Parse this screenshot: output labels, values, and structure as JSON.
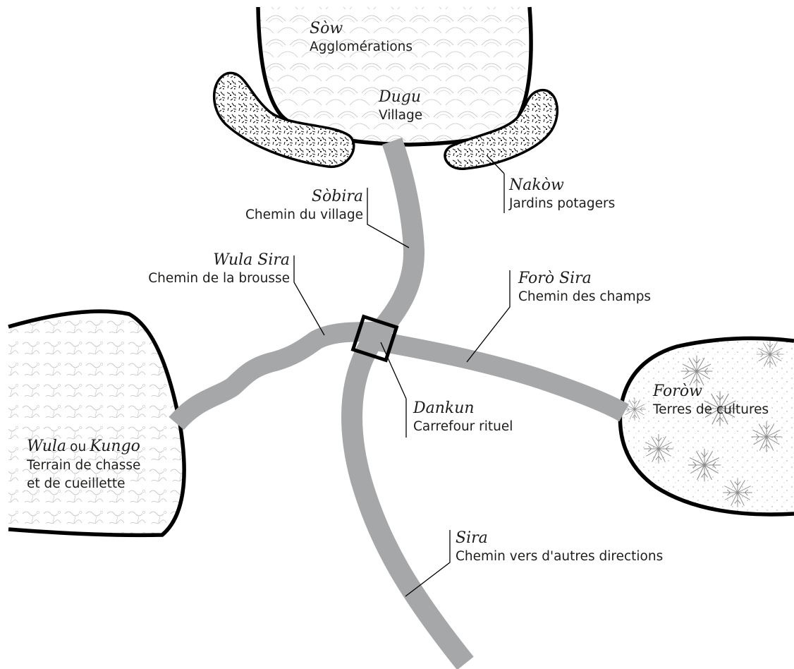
{
  "zones": {
    "sow": {
      "term": "Sòw",
      "gloss": "Agglomérations"
    },
    "dugu": {
      "term": "Dugu",
      "gloss": "Village"
    },
    "nakow": {
      "term": "Nakòw",
      "gloss": "Jardins potagers"
    },
    "wula": {
      "term": "Wula",
      "connector": "ou",
      "term2": "Kungo",
      "gloss_line1": "Terrain de chasse",
      "gloss_line2": "et de cueillette"
    },
    "forow": {
      "term": "Foròw",
      "gloss": "Terres de cultures"
    }
  },
  "paths": {
    "sobira": {
      "term": "Sòbira",
      "gloss": "Chemin du village"
    },
    "wula_sira": {
      "term": "Wula Sira",
      "gloss": "Chemin de la brousse"
    },
    "foro_sira": {
      "term": "Forò Sira",
      "gloss": "Chemin des champs"
    },
    "dankun": {
      "term": "Dankun",
      "gloss": "Carrefour rituel"
    },
    "sira": {
      "term": "Sira",
      "gloss": "Chemin vers d'autres directions"
    }
  },
  "colors": {
    "outline": "#000000",
    "path": "#a6a7a9",
    "text": "#1d1d1b",
    "texture": "#b5b5b5",
    "garden_fill": "#2b2b2b"
  }
}
